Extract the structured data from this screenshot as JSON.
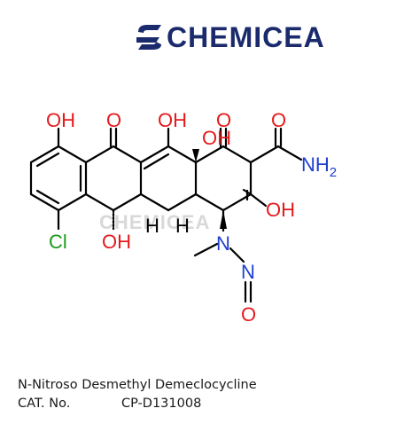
{
  "brand": {
    "name": "CHEMICEA",
    "logo_icon": "chemicea-swirl-logo",
    "color": "#1a2a6c"
  },
  "watermark": "CHEMICEA",
  "structure": {
    "labels": {
      "oh_top_left": "OH",
      "o_top_1": "O",
      "oh_top_mid": "OH",
      "oh_top_right": "OH",
      "o_top_2": "O",
      "o_amide": "O",
      "nh2": "NH",
      "nh2_sub": "2",
      "oh_right": "OH",
      "cl": "Cl",
      "oh_bottom": "OH",
      "h_left": "H",
      "h_right": "H",
      "n_amine": "N",
      "n_nitroso": "N",
      "o_nitroso": "O"
    },
    "colors": {
      "oxygen": "#e41a1c",
      "nitrogen": "#1f3fcf",
      "chlorine": "#1a9a1a",
      "bond": "#000000"
    }
  },
  "product": {
    "name": "N-Nitroso Desmethyl Demeclocycline",
    "cat_label": "CAT. No.",
    "cat_value": "CP-D131008"
  }
}
